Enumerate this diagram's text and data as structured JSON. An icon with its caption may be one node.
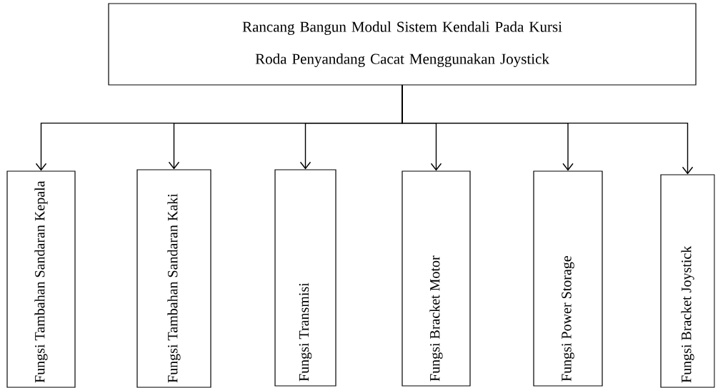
{
  "diagram": {
    "nodes": [
      {
        "text": [
          "Rancang Bangun Modul Sistem Kendali Pada Kursi Roda Penyandang Cacat Menggunakan Joystick"
        ]
      },
      {
        "text": [
          "Fungsi Tambahan Sandaran Kepala"
        ]
      },
      {
        "text": [
          "Fungsi Tambahan Sandaran Kaki"
        ]
      },
      {
        "text": [
          "Fungsi Transmisi"
        ]
      },
      {
        "text": [
          "Fungsi Bracket Motor"
        ]
      },
      {
        "text": [
          "Fungsi Power Storage"
        ]
      },
      {
        "text": [
          "Fungsi Bracket Joystick"
        ]
      }
    ],
    "edges": [
      {
        "from": 0,
        "to": 1,
        "arrow": "to"
      },
      {
        "from": 0,
        "to": 2,
        "arrow": "to"
      },
      {
        "from": 0,
        "to": 3,
        "arrow": "to"
      },
      {
        "from": 0,
        "to": 4,
        "arrow": "to"
      },
      {
        "from": 0,
        "to": 5,
        "arrow": "to"
      },
      {
        "from": 0,
        "to": 6,
        "arrow": "to"
      }
    ]
  }
}
